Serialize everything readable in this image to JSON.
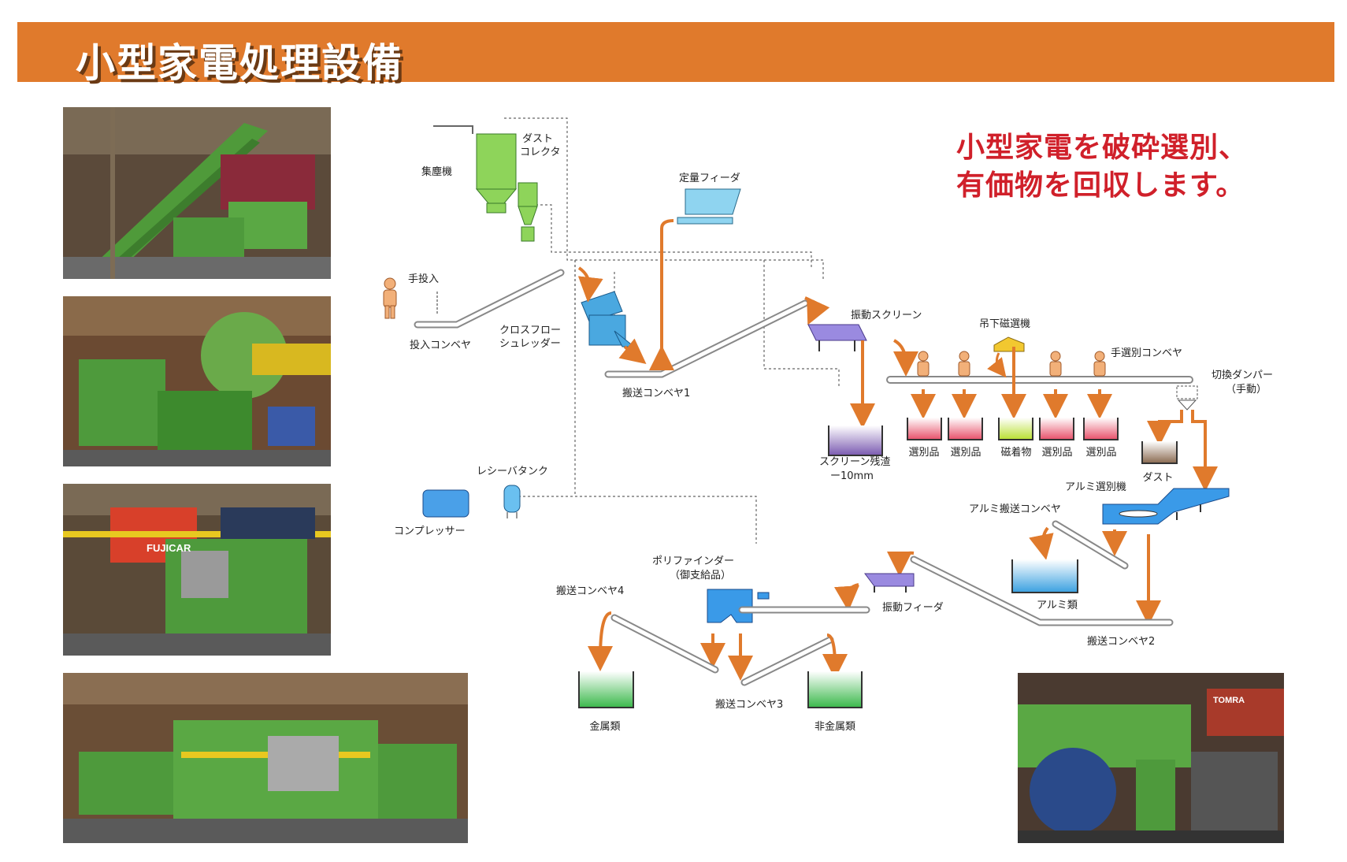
{
  "title": "小型家電処理設備",
  "headline": {
    "line1": "小型家電を破砕選別、",
    "line2": "有価物を回収します。"
  },
  "colors": {
    "banner": "#e07a2c",
    "headline": "#d0202a",
    "arrow": "#e07a2c",
    "dust_line": "#666666"
  },
  "labels": {
    "dust_collector_1": "ダスト",
    "dust_collector_2": "コレクタ",
    "collector": "集塵機",
    "fixed_feeder": "定量フィーダ",
    "manual_input": "手投入",
    "input_conveyor": "投入コンベヤ",
    "shredder_1": "クロスフロー",
    "shredder_2": "シュレッダー",
    "conveyor1": "搬送コンベヤ1",
    "vib_screen": "振動スクリーン",
    "magnet": "吊下磁選機",
    "hand_sort": "手選別コンベヤ",
    "damper_1": "切換ダンパー",
    "damper_2": "（手動）",
    "screen_residue_1": "スクリーン残渣",
    "screen_residue_2": "ー10mm",
    "sel1": "選別品",
    "sel2": "選別品",
    "magnetic": "磁着物",
    "sel3": "選別品",
    "sel4": "選別品",
    "dust": "ダスト",
    "receiver_tank": "レシーバタンク",
    "compressor": "コンプレッサー",
    "alu_sorter": "アルミ選別機",
    "alu_conveyor": "アルミ搬送コンベヤ",
    "aluminum": "アルミ類",
    "polyfinder_1": "ポリファインダー",
    "polyfinder_2": "（御支給品）",
    "conveyor4": "搬送コンベヤ4",
    "vib_feeder": "振動フィーダ",
    "conveyor2": "搬送コンベヤ2",
    "metals": "金属類",
    "conveyor3": "搬送コンベヤ3",
    "nonmetals": "非金属類",
    "logo_fujicar": "FUJICAR",
    "logo_tomra": "TOMRA"
  }
}
